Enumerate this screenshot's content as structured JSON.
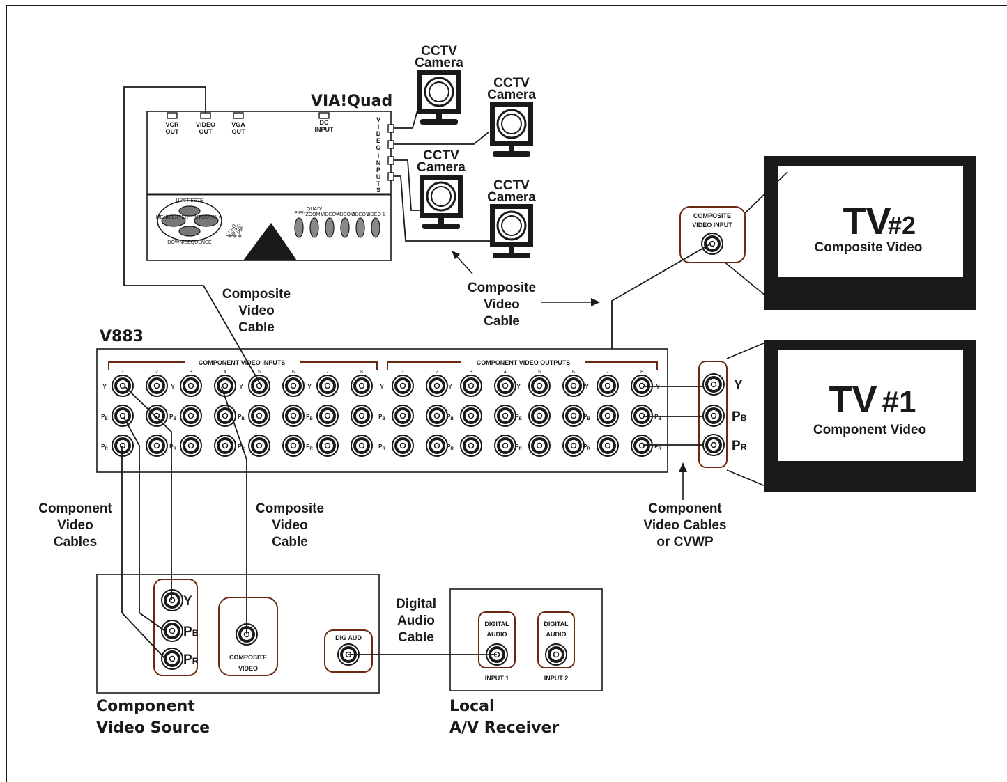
{
  "viaquad": {
    "title": "VIA!Quad",
    "ports": [
      "VCR",
      "OUT",
      "VIDEO",
      "OUT",
      "VGA",
      "OUT",
      "DC",
      "INPUT"
    ],
    "video_inputs_label": [
      "V",
      "I",
      "D",
      "E",
      "O",
      "I",
      "N",
      "P",
      "U",
      "T",
      "S"
    ],
    "controls": [
      "UP/FREEZE",
      "MENU/ENTER",
      "NTSC/PAL+",
      "DOWN/SEQUENCE",
      "QUAD",
      "VIDEO",
      "PIP"
    ],
    "buttons": [
      "PIP/-",
      "QUAD/",
      "ZOOM+",
      "VIDEO 4",
      "VIDEO 3",
      "VIDEO 2",
      "VIDEO 1"
    ]
  },
  "cameras": [
    {
      "line1": "CCTV",
      "line2": "Camera"
    },
    {
      "line1": "CCTV",
      "line2": "Camera"
    },
    {
      "line1": "CCTV",
      "line2": "Camera"
    },
    {
      "line1": "CCTV",
      "line2": "Camera"
    }
  ],
  "tv2": {
    "name": "TV",
    "num": "#2",
    "subtitle": "Composite Video",
    "input_line1": "COMPOSITE",
    "input_line2": "VIDEO INPUT"
  },
  "tv1": {
    "name": "TV",
    "num": "#1",
    "subtitle": "Component Video",
    "y": "Y",
    "pb": "P",
    "pb_sub": "B",
    "pr": "P",
    "pr_sub": "R"
  },
  "v883": {
    "title": "V883",
    "inputs_label": "COMPONENT VIDEO INPUTS",
    "outputs_label": "COMPONENT VIDEO OUTPUTS",
    "channels": [
      "1",
      "2",
      "3",
      "4",
      "5",
      "6",
      "7",
      "8"
    ],
    "row_y": "Y",
    "row_pb": "P",
    "row_pb_sub": "B",
    "row_pr": "P",
    "row_pr_sub": "R"
  },
  "labels": {
    "composite_cable_top": [
      "Composite",
      "Video",
      "Cable"
    ],
    "composite_cable_right": [
      "Composite",
      "Video",
      "Cable"
    ],
    "component_cables_left": [
      "Component",
      "Video",
      "Cables"
    ],
    "composite_cable_bottom": [
      "Composite",
      "Video",
      "Cable"
    ],
    "component_cables_right": [
      "Component",
      "Video Cables",
      "or CVWP"
    ],
    "digital_audio_cable": [
      "Digital",
      "Audio",
      "Cable"
    ]
  },
  "source": {
    "title_line1": "Component",
    "title_line2": "Video Source",
    "y": "Y",
    "pb": "P",
    "pb_sub": "B",
    "pr": "P",
    "pr_sub": "R",
    "composite_line1": "COMPOSITE",
    "composite_line2": "VIDEO",
    "dig_aud": "DIG AUD"
  },
  "receiver": {
    "title_line1": "Local",
    "title_line2": "A/V Receiver",
    "input1_line1": "DIGITAL",
    "input1_line2": "AUDIO",
    "input1_name": "INPUT 1",
    "input2_line1": "DIGITAL",
    "input2_line2": "AUDIO",
    "input2_name": "INPUT 2"
  }
}
